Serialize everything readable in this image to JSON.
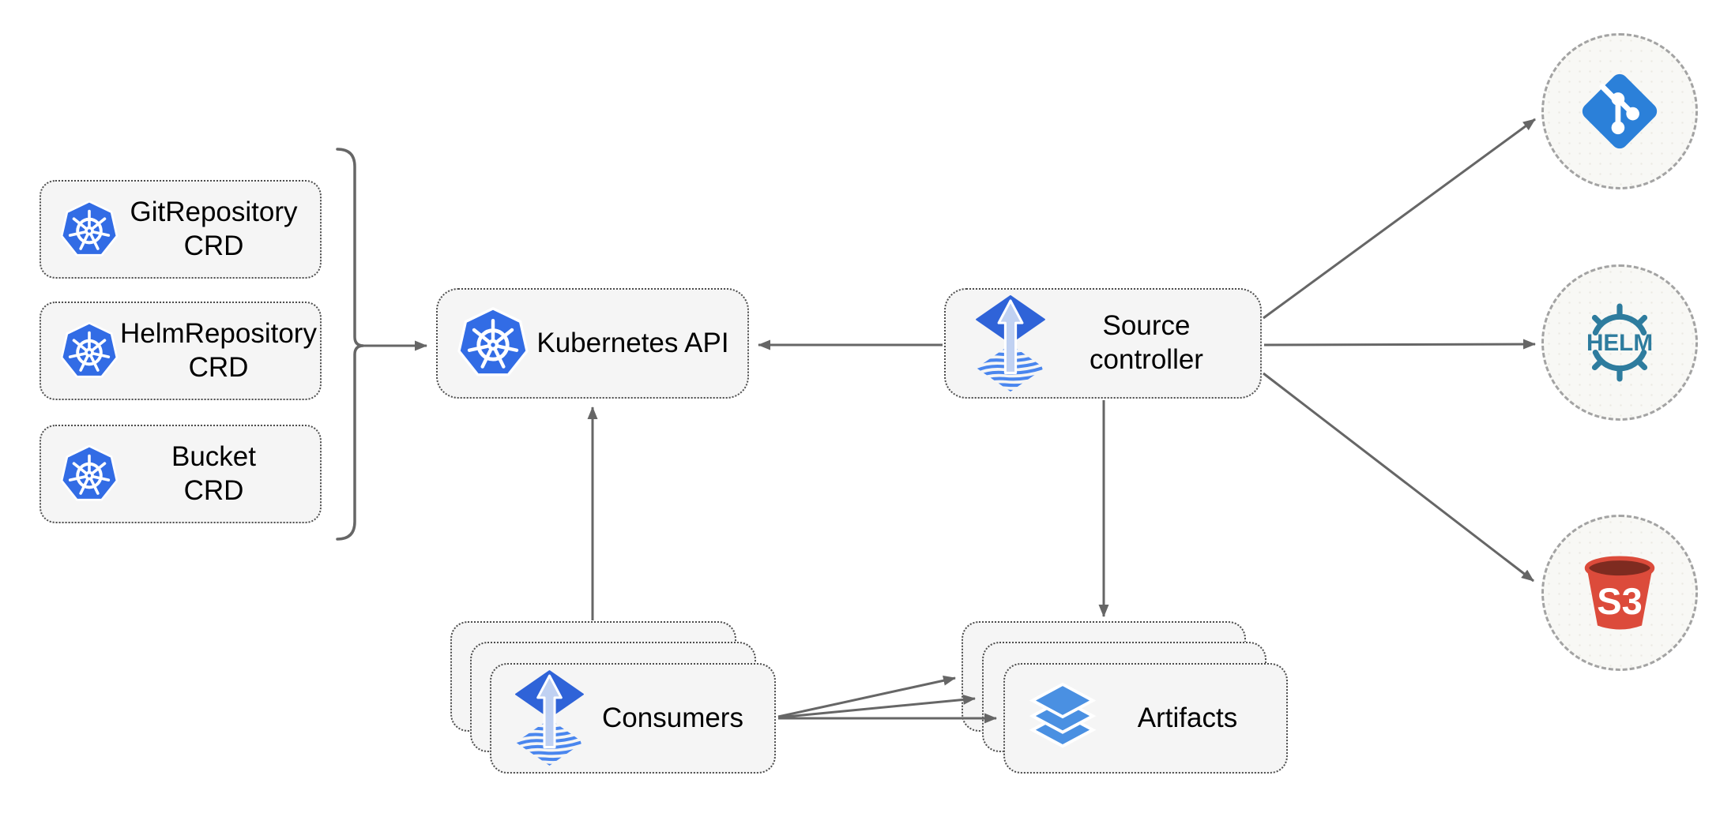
{
  "nodes": {
    "crd_boxes": [
      {
        "line1": "GitRepository",
        "line2": "CRD"
      },
      {
        "line1": "HelmRepository",
        "line2": "CRD"
      },
      {
        "line1": "Bucket",
        "line2": "CRD"
      }
    ],
    "kubernetes_api": {
      "label": "Kubernetes API"
    },
    "source_controller": {
      "line1": "Source",
      "line2": "controller"
    },
    "consumers": {
      "label": "Consumers"
    },
    "artifacts": {
      "label": "Artifacts"
    },
    "sources": {
      "git": {
        "icon": "git-icon"
      },
      "helm": {
        "icon": "helm-icon",
        "label": "HELM"
      },
      "s3": {
        "icon": "s3-bucket-icon",
        "label": "S3"
      }
    }
  },
  "colors": {
    "box_background": "#f5f5f5",
    "box_border": "#4d4d4d",
    "circle_border": "#a3a3a3",
    "arrow": "#666666",
    "kubernetes_blue": "#326CE5",
    "flux_blue": "#2f63d8",
    "flux_stripe_blue": "#4a86ee",
    "flux_arrow_light": "#c0d1f2",
    "git_blue": "#2b80d9",
    "helm_teal": "#2e7c9e",
    "s3_red": "#dc4b3b",
    "s3_dark_red": "#7e2b20",
    "artifacts_blue": "#4a90e2",
    "text": "#000000"
  }
}
